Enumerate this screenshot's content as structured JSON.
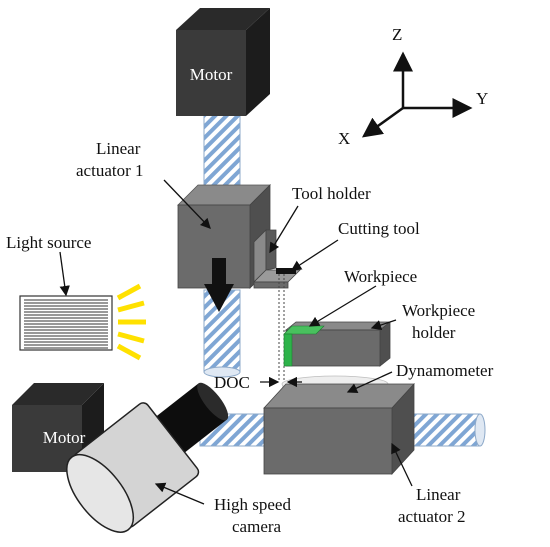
{
  "labels": {
    "motor_top": "Motor",
    "linear_actuator_1_line1": "Linear",
    "linear_actuator_1_line2": "actuator 1",
    "tool_holder": "Tool holder",
    "cutting_tool": "Cutting tool",
    "light_source": "Light source",
    "workpiece": "Workpiece",
    "workpiece_holder_line1": "Workpiece",
    "workpiece_holder_line2": "holder",
    "doc": "DOC",
    "dynamometer": "Dynamometer",
    "motor_bottom": "Motor",
    "high_speed_camera_line1": "High speed",
    "high_speed_camera_line2": "camera",
    "linear_actuator_2_line1": "Linear",
    "linear_actuator_2_line2": "actuator 2"
  },
  "axes": {
    "z": "Z",
    "y": "Y",
    "x": "X"
  },
  "colors": {
    "motor_front": "#3a3a3a",
    "motor_top": "#2a2a2a",
    "motor_side": "#1c1c1c",
    "actuator_front": "#6b6b6b",
    "actuator_top": "#8a8a8a",
    "actuator_side": "#4f4f4f",
    "rod_stripe": "#7fa6d4",
    "workpiece": "#2db34a",
    "light_beam": "#ffe100"
  }
}
